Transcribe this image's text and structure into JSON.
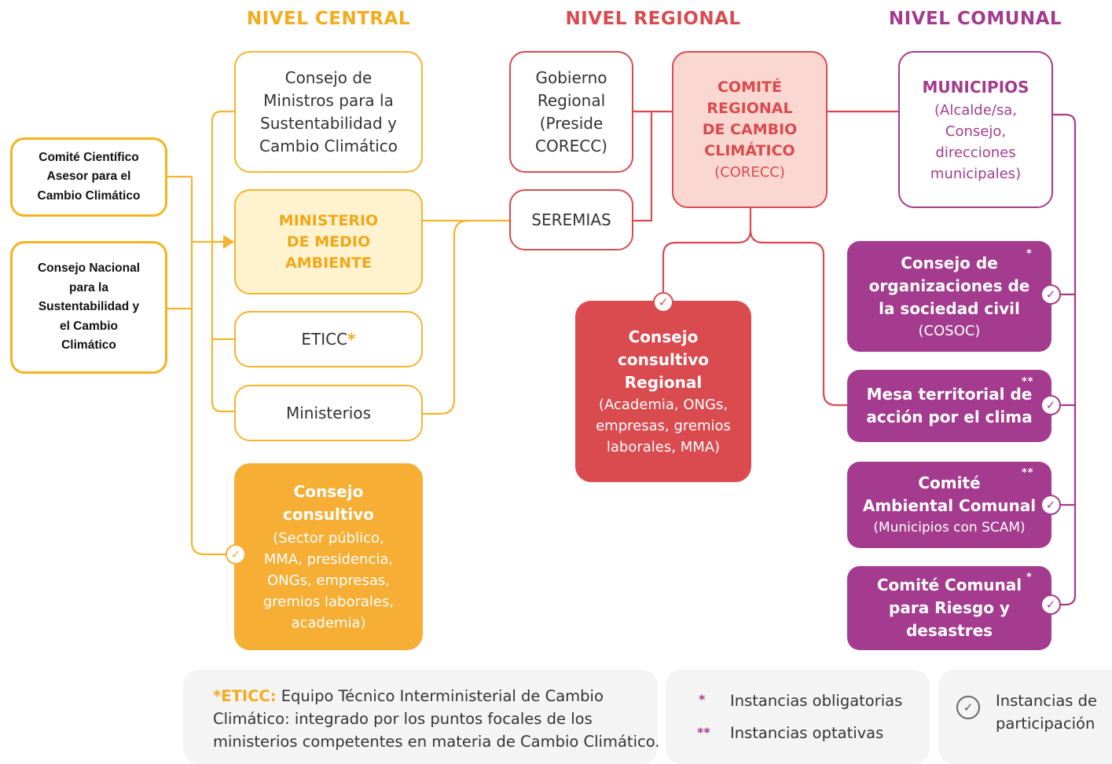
{
  "headers": {
    "central": "NIVEL CENTRAL",
    "regional": "NIVEL REGIONAL",
    "comunal": "NIVEL COMUNAL"
  },
  "left": {
    "comite_cientifico": [
      "Comité Científico",
      "Asesor para el",
      "Cambio Climático"
    ],
    "consejo_nacional": [
      "Consejo Nacional",
      "para la",
      "Sustentabilidad y",
      "el Cambio",
      "Climático"
    ]
  },
  "central": {
    "consejo_ministros": [
      "Consejo de",
      "Ministros para la",
      "Sustentabilidad y",
      "Cambio Climático"
    ],
    "mma": [
      "MINISTERIO",
      "DE MEDIO",
      "AMBIENTE"
    ],
    "eticc": "ETICC",
    "eticc_mark": "*",
    "ministerios": "Ministerios",
    "consejo_consultivo_title": [
      "Consejo",
      "consultivo"
    ],
    "consejo_consultivo_detail": [
      "(Sector público,",
      "MMA, presidencia,",
      "ONGs, empresas,",
      "gremios laborales,",
      "academia)"
    ]
  },
  "regional": {
    "gobierno": [
      "Gobierno",
      "Regional",
      "(Preside",
      "CORECC)"
    ],
    "seremias": "SEREMIAS",
    "corecc_title": [
      "COMITÉ",
      "REGIONAL",
      "DE CAMBIO",
      "CLIMÁTICO"
    ],
    "corecc_abbr": "(CORECC)",
    "consultivo_title": [
      "Consejo",
      "consultivo",
      "Regional"
    ],
    "consultivo_detail": [
      "(Academia, ONGs,",
      "empresas, gremios",
      "laborales, MMA)"
    ]
  },
  "comunal": {
    "municipios_title": "MUNICIPIOS",
    "municipios_detail": [
      "(Alcalde/sa,",
      "Consejo,",
      "direcciones",
      "municipales)"
    ],
    "cosoc_title": [
      "Consejo de",
      "organizaciones de",
      "la sociedad civil"
    ],
    "cosoc_abbr": "(COSOC)",
    "cosoc_star": "*",
    "mesa_title": [
      "Mesa territorial de",
      "acción por el clima"
    ],
    "mesa_star": "**",
    "comite_ambiental_title": [
      "Comité",
      "Ambiental Comunal"
    ],
    "comite_ambiental_detail": "(Municipios con SCAM)",
    "comite_ambiental_star": "**",
    "comite_riesgo_title": [
      "Comité Comunal",
      "para Riesgo y",
      "desastres"
    ],
    "comite_riesgo_star": "*"
  },
  "legend": {
    "eticc_key": "*ETICC:",
    "eticc_text_1": " Equipo Técnico Interministerial de Cambio",
    "eticc_text_2": "Climático: integrado por los puntos focales de los",
    "eticc_text_3": "ministerios competentes en materia de Cambio Climático.",
    "star_one": "*",
    "obligatorias": "Instancias obligatorias",
    "star_two": "**",
    "optativas": "Instancias optativas",
    "participacion": [
      "Instancias de",
      "participación"
    ]
  },
  "icons": {
    "check": "check-circle-icon",
    "arrow": "arrow-right-icon"
  },
  "colors": {
    "central": "#f4b530",
    "regional": "#d94b4f",
    "comunal": "#a43b8e",
    "consejo_consultivo_fill": "#f6ae35",
    "mma_fill": "#fff3cf",
    "corecc_fill": "#fbd7d1"
  }
}
